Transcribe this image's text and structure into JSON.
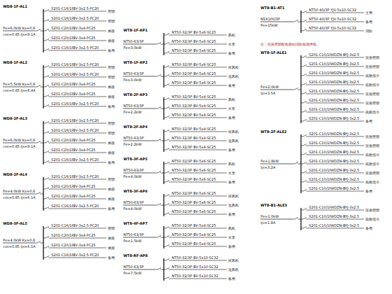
{
  "diagram": {
    "labels": [
      "WD8-1F-AL1",
      "Pe=6.0kW Kx=0.8",
      "cos=0.85 Ijs=9.1A",
      "S201-C16/1P",
      "BV-3x2.5-PC20",
      "照明",
      "S201-C16/1P",
      "BV-3x2.5-PC20",
      "照明",
      "S201-C20/1P",
      "BV-3x4-PC25",
      "插座",
      "S201-C20/1P",
      "BV-3x4-PC25",
      "插座",
      "S201-C16/1P",
      "BV-3x2.5-PC20",
      "备用",
      "WD8-1F-AL2",
      "Pe=5.5kW Kx=0.8",
      "cos=0.85 Ijs=8.4A",
      "S201-C16/1P",
      "BV-3x2.5-PC20",
      "照明",
      "S201-C16/1P",
      "BV-3x2.5-PC20",
      "照明",
      "S201-C20/1P",
      "BV-3x4-PC25",
      "插座",
      "S201-C20/1P",
      "BV-3x4-PC25",
      "插座",
      "S201-C16/1P",
      "BV-3x2.5-PC20",
      "备用",
      "WD8-2F-AL3",
      "Pe=6.0kW Kx=0.8",
      "cos=0.85 Ijs=9.1A",
      "S201-C16/1P",
      "BV-3x2.5-PC20",
      "照明",
      "S201-C16/1P",
      "BV-3x2.5-PC20",
      "照明",
      "S201-C20/1P",
      "BV-3x4-PC25",
      "插座",
      "S201-C20/1P",
      "BV-3x4-PC25",
      "插座",
      "S201-C16/1P",
      "BV-3x2.5-PC20",
      "备用",
      "WD8-2F-AL4",
      "Pe=4.0kW Kx=0.8",
      "cos=0.85 Ijs=6.1A",
      "S201-C16/1P",
      "BV-3x2.5-PC20",
      "照明",
      "S201-C20/1P",
      "BV-3x4-PC25",
      "插座",
      "S201-C20/1P",
      "BV-3x4-PC25",
      "插座",
      "S201-C16/1P",
      "BV-3x2.5-PC20",
      "备用",
      "WD8-3F-AL5",
      "Pe=4.0kW Kx=0.8",
      "cos=0.85 Ijs=6.1A",
      "S201-C16/1P",
      "BV-3x2.5-PC20",
      "照明",
      "S201-C20/1P",
      "BV-3x4-PC25",
      "插座",
      "S201-C20/1P",
      "BV-3x4-PC25",
      "插座",
      "S201-C16/1P",
      "BV-3x2.5-PC20",
      "备用",
      "WT8-1F-AP1",
      "NT50-63/3P",
      "Pe=3.0kW",
      "NT50-32/3P",
      "BV-5x6-SC25",
      "风机",
      "NT50-32/3P",
      "BV-5x6-SC25",
      "水泵",
      "NT50-32/3P",
      "BV-5x6-SC25",
      "备用",
      "WT8-1F-AP2",
      "NT50-63/3P",
      "Pe=3.0kW",
      "NT50-32/3P",
      "BV-5x6-SC25",
      "排风机",
      "NT50-32/3P",
      "BV-5x6-SC25",
      "送风机",
      "NT50-32/3P",
      "BV-5x6-SC25",
      "备用",
      "WT8-2F-AP3",
      "NT50-63/3P",
      "Pe=2.2kW",
      "NT50-32/3P",
      "BV-5x4-SC25",
      "风机",
      "NT50-32/3P",
      "BV-5x4-SC25",
      "水泵",
      "NT50-32/3P",
      "BV-5x4-SC25",
      "备用",
      "WT8-2F-AP4",
      "NT50-63/3P",
      "Pe=2.2kW",
      "NT50-32/3P",
      "BV-5x4-SC25",
      "排风机",
      "NT50-32/3P",
      "BV-5x4-SC25",
      "送风机",
      "NT50-32/3P",
      "BV-5x4-SC25",
      "备用",
      "WT8-3F-AP5",
      "NT50-63/3P",
      "Pe=4.0kW",
      "NT50-32/3P",
      "BV-5x6-SC25",
      "风机",
      "NT50-32/3P",
      "BV-5x6-SC25",
      "水泵",
      "NT50-32/3P",
      "BV-5x6-SC25",
      "备用",
      "WT8-3F-AP6",
      "NT50-63/3P",
      "Pe=4.0kW",
      "NT50-32/3P",
      "BV-5x6-SC25",
      "排风机",
      "NT50-32/3P",
      "BV-5x6-SC25",
      "送风机",
      "NT50-32/3P",
      "BV-5x6-SC25",
      "备用",
      "WT8-4F-AP7",
      "NT50-63/3P",
      "Pe=1.5kW",
      "NT50-32/3P",
      "BV-5x4-SC25",
      "风机",
      "NT50-32/3P",
      "BV-5x4-SC25",
      "水泵",
      "NT50-32/3P",
      "BV-5x4-SC25",
      "备用",
      "WT8-RF-AP8",
      "NT50-63/3P",
      "Pe=7.5kW",
      "NT50-32/3P",
      "BV-5x10-SC32",
      "排风机",
      "NT50-32/3P",
      "BV-5x10-SC32",
      "送风机",
      "NT50-32/3P",
      "BV-5x10-SC32",
      "备用",
      "WT8-B1-AT1",
      "NSX100/3P",
      "Pe=15kW",
      "NT50-40/3P",
      "YJV-5x10-SC32",
      "主用",
      "NT50-40/3P",
      "YJV-5x10-SC32",
      "备用",
      "NT50-40/3P",
      "YJV-5x10-SC32",
      "消防",
      "WT8-1F-ALE1",
      "Pe=2.0kW",
      "Ijs=3.5A",
      "S201-C10/1P",
      "WDZN-BYJ-3x2.5",
      "应急照明",
      "S201-C10/1P",
      "WDZN-BYJ-3x2.5",
      "应急照明",
      "S201-C10/1P",
      "WDZN-BYJ-3x2.5",
      "疏散指示",
      "S201-C10/1P",
      "WDZN-BYJ-3x2.5",
      "疏散指示",
      "S201-C10/1P",
      "WDZN-BYJ-3x2.5",
      "应急照明",
      "S201-C10/1P",
      "WDZN-BYJ-3x2.5",
      "应急照明",
      "S201-C10/1P",
      "WDZN-BYJ-3x2.5",
      "疏散指示",
      "S201-C10/1P",
      "WDZN-BYJ-3x2.5",
      "备用",
      "WT8-2F-ALE2",
      "Pe=1.8kW",
      "Ijs=3.2A",
      "S201-C10/1P",
      "WDZN-BYJ-3x2.5",
      "应急照明",
      "S201-C10/1P",
      "WDZN-BYJ-3x2.5",
      "应急照明",
      "S201-C10/1P",
      "WDZN-BYJ-3x2.5",
      "疏散指示",
      "S201-C10/1P",
      "WDZN-BYJ-3x2.5",
      "疏散指示",
      "S201-C10/1P",
      "WDZN-BYJ-3x2.5",
      "应急照明",
      "S201-C10/1P",
      "WDZN-BYJ-3x2.5",
      "疏散指示",
      "S201-C10/1P",
      "WDZN-BYJ-3x2.5",
      "备用",
      "WT8-B1-ALE3",
      "Pe=1.0kW",
      "Ijs=1.8A",
      "S201-C10/1P",
      "WDZN-BYJ-3x2.5",
      "应急照明",
      "S201-C10/1P",
      "WDZN-BYJ-3x2.5",
      "疏散指示",
      "S201-C10/1P",
      "WDZN-BYJ-3x2.5",
      "备用",
      "注：应急照明配电箱由消防电源供电。"
    ]
  }
}
